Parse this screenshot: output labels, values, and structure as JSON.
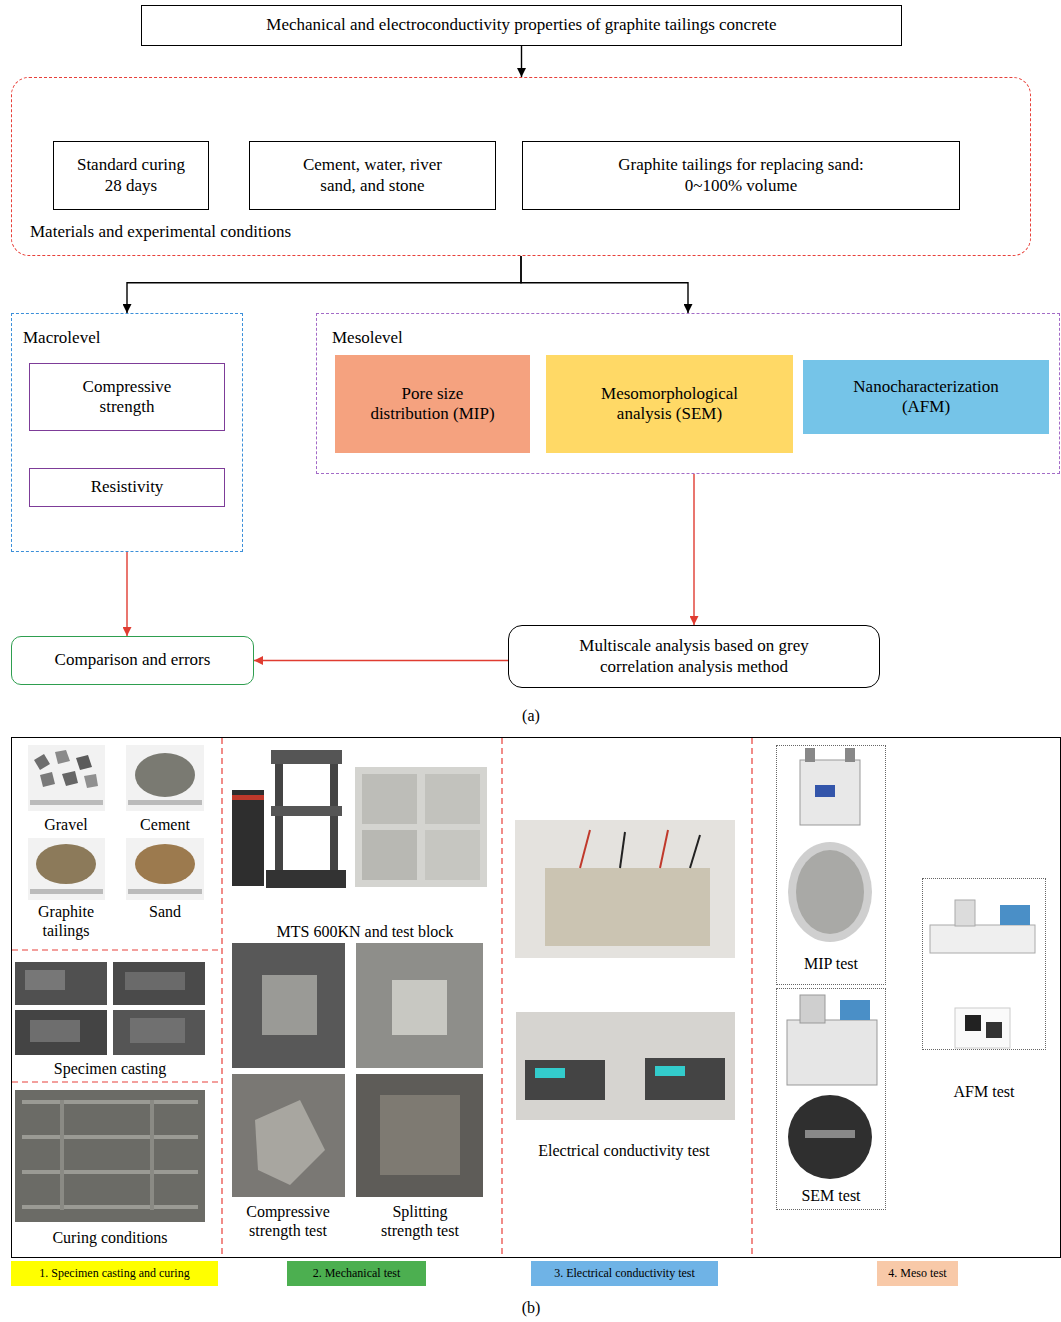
{
  "diagram": {
    "nodes": [
      {
        "text": [
          "Mechanical and electroconductivity properties of graphite tailings concrete"
        ]
      },
      {
        "text": [
          "Materials and experimental conditions"
        ]
      },
      {
        "text": [
          "Standard curing 28 days"
        ],
        "in": 1
      },
      {
        "text": [
          "Cement, water, river sand, and stone"
        ],
        "in": 1
      },
      {
        "text": [
          "Graphite tailings for replacing sand: 0~100% volume"
        ],
        "in": 1
      },
      {
        "text": [
          "Macrolevel"
        ]
      },
      {
        "text": [
          "Compressive strength"
        ],
        "in": 5
      },
      {
        "text": [
          "Resistivity"
        ],
        "in": 5
      },
      {
        "text": [
          "Mesolevel"
        ]
      },
      {
        "text": [
          "Pore size distribution (MIP)"
        ],
        "in": 8
      },
      {
        "text": [
          "Mesomorphological analysis (SEM)"
        ],
        "in": 8
      },
      {
        "text": [
          "Nanocharacterization (AFM)"
        ],
        "in": 8
      },
      {
        "text": [
          "Comparison and errors"
        ]
      },
      {
        "text": [
          "Multiscale analysis based on grey correlation analysis method"
        ]
      },
      {
        "text": [
          "MIP test"
        ]
      },
      {
        "text": [
          "SEM test"
        ]
      },
      {
        "text": [
          "AFM test"
        ]
      },
      {
        "text": [
          "1. Specimen casting and curing"
        ]
      },
      {
        "text": [
          "2. Mechanical test"
        ]
      },
      {
        "text": [
          "3. Electrical conductivity test"
        ]
      },
      {
        "text": [
          "4. Meso test"
        ]
      }
    ],
    "edges": [
      {
        "from": 0,
        "to": 1,
        "arrow": "to"
      },
      {
        "from": 1,
        "to": 5,
        "arrow": "to"
      },
      {
        "from": 1,
        "to": 8,
        "arrow": "to"
      },
      {
        "from": 5,
        "to": 12,
        "arrow": "to"
      },
      {
        "from": 8,
        "to": 13,
        "arrow": "to"
      },
      {
        "from": 13,
        "to": 12,
        "arrow": "to"
      }
    ],
    "labels": [
      "(a)",
      "Gravel",
      "Cement",
      "Graphite tailings",
      "Sand",
      "Specimen casting",
      "Curing conditions",
      "MTS 600KN and test block",
      "Compressive strength test",
      "Splitting strength test",
      "Electrical conductivity test",
      "(b)"
    ]
  }
}
